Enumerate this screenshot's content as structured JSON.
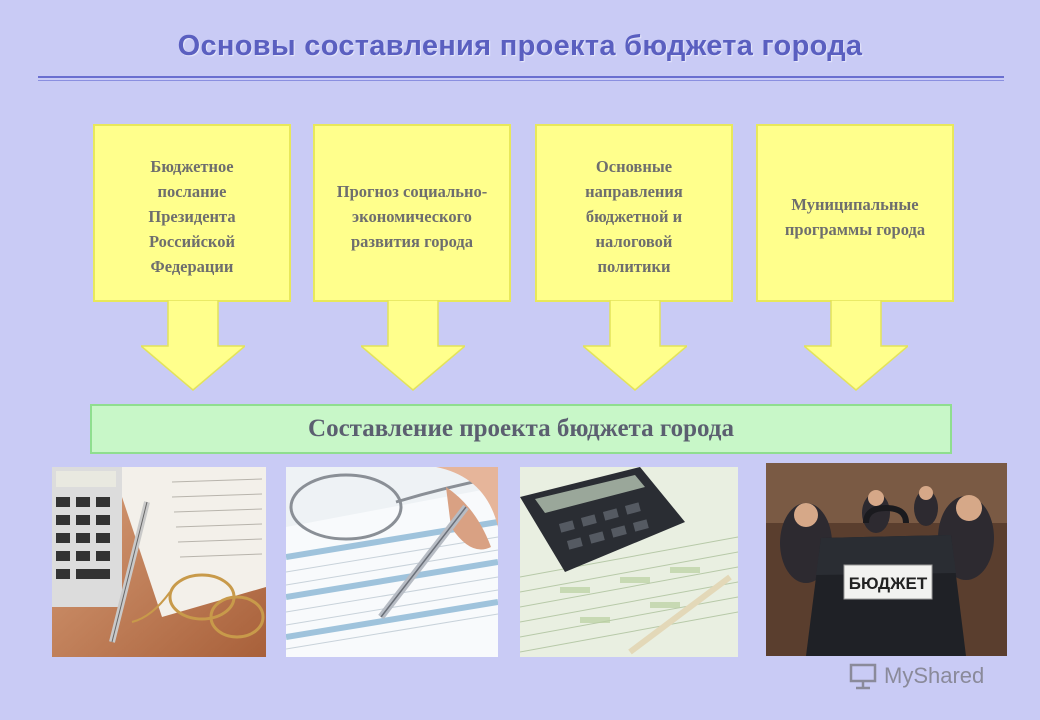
{
  "title": "Основы составления проекта бюджета города",
  "sources": [
    {
      "lines": [
        "Бюджетное",
        "послание",
        "Президента",
        "Российской",
        "Федерации"
      ]
    },
    {
      "lines": [
        "Прогноз социально-",
        "экономического",
        "развития города"
      ]
    },
    {
      "lines": [
        "Основные",
        "направления",
        "бюджетной и",
        "налоговой",
        "политики"
      ]
    },
    {
      "lines": [
        "Муниципальные",
        "программы города"
      ]
    }
  ],
  "result": "Составление проекта бюджета города",
  "photos": {
    "briefcase_label": "БЮДЖЕТ"
  },
  "watermark": "MyShared",
  "colors": {
    "background": "#c9cbf5",
    "title": "#5a5fc0",
    "source_box": "#ffff8c",
    "arrow": "#ffff8c",
    "result_box": "#c8f7c8"
  }
}
